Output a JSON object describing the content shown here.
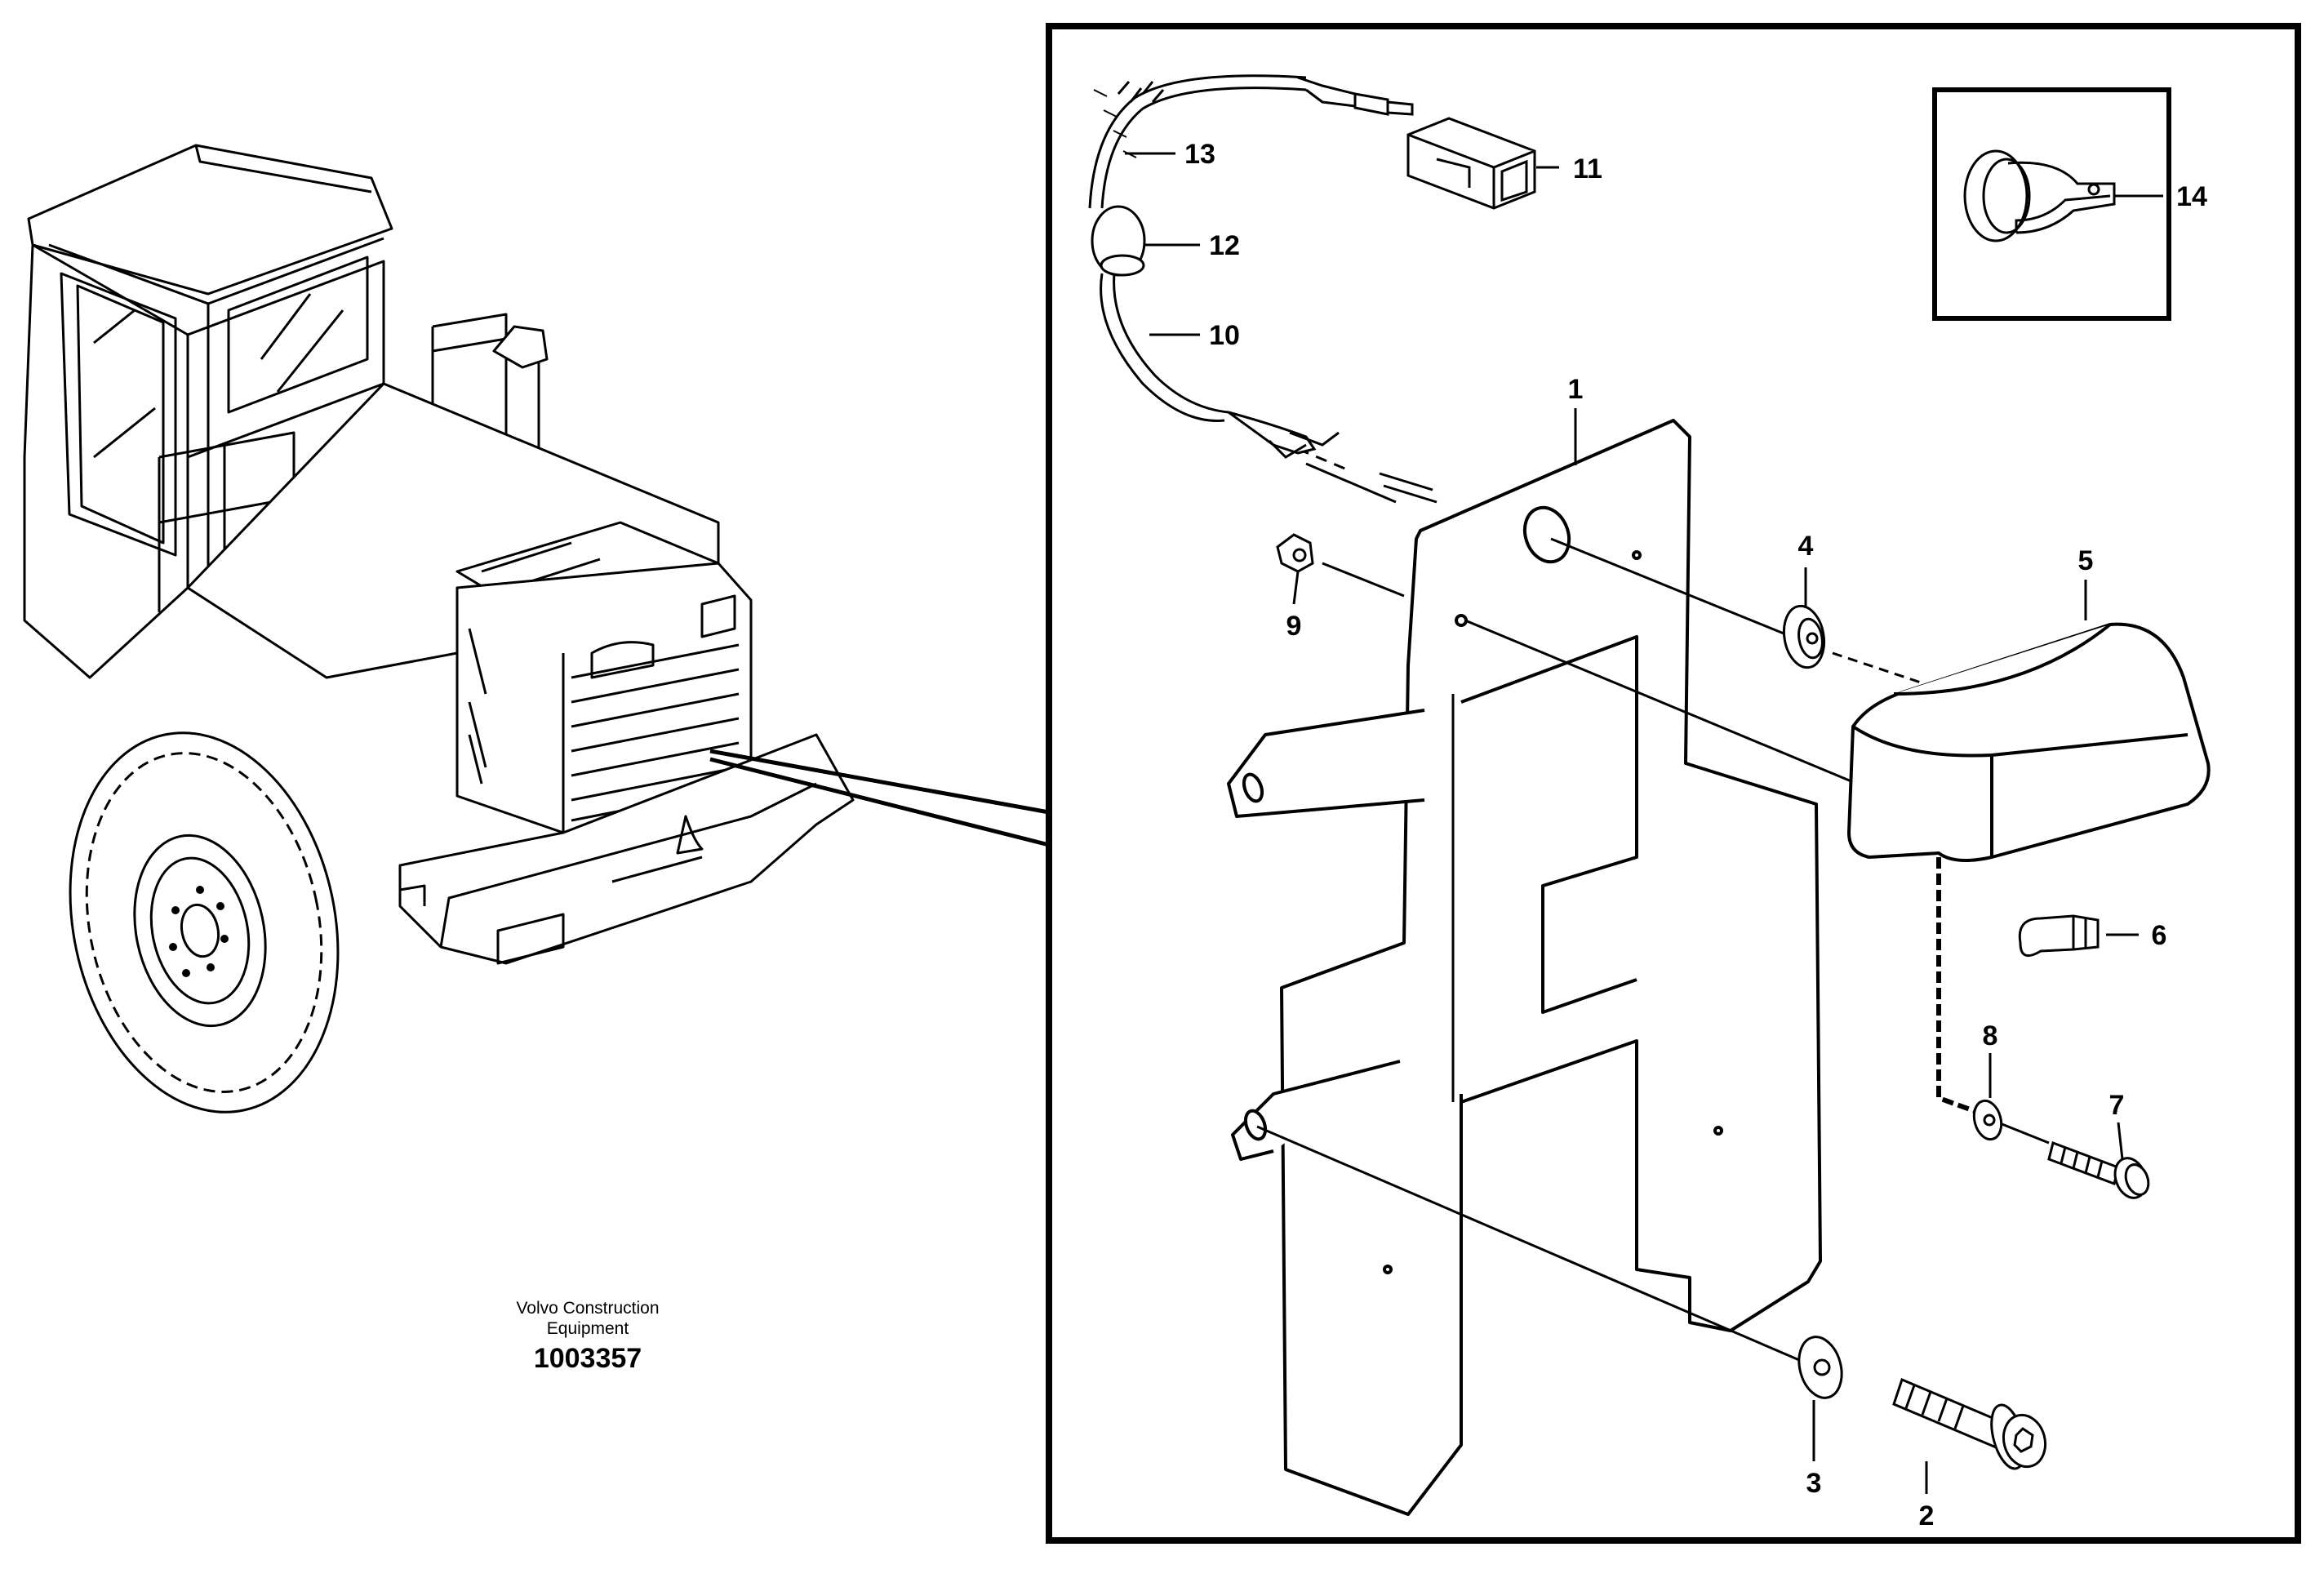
{
  "caption": {
    "company_line1": "Volvo Construction",
    "company_line2": "Equipment",
    "drawing_number": "1003357"
  },
  "callouts": [
    {
      "id": "1",
      "part": "bracket-plate"
    },
    {
      "id": "2",
      "part": "flange-screw"
    },
    {
      "id": "3",
      "part": "washer"
    },
    {
      "id": "4",
      "part": "grommet"
    },
    {
      "id": "5",
      "part": "lamp-housing"
    },
    {
      "id": "6",
      "part": "bulb"
    },
    {
      "id": "7",
      "part": "screw"
    },
    {
      "id": "8",
      "part": "washer"
    },
    {
      "id": "9",
      "part": "nut"
    },
    {
      "id": "10",
      "part": "cable-harness"
    },
    {
      "id": "11",
      "part": "connector"
    },
    {
      "id": "12",
      "part": "rubber-grommet"
    },
    {
      "id": "13",
      "part": "protective-hose"
    },
    {
      "id": "14",
      "part": "cable-clamp"
    }
  ]
}
